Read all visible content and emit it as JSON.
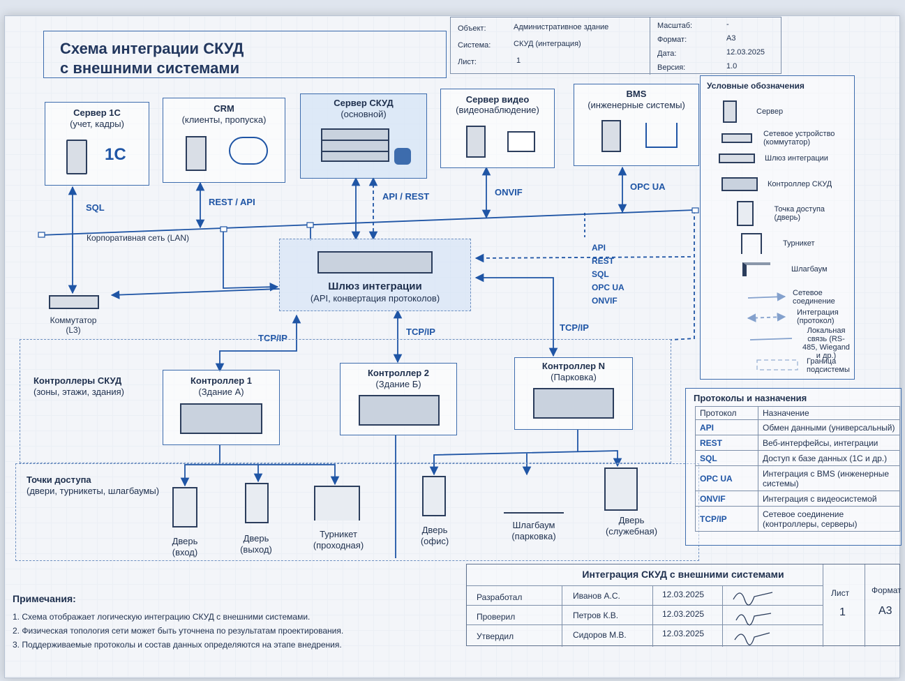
{
  "title": {
    "line1": "Схема интеграции СКУД",
    "line2": "с внешними системами"
  },
  "header_stamp": {
    "object_label": "Объект:",
    "object_value": "Административное здание",
    "system_label": "Система:",
    "system_value": "СКУД (интеграция)",
    "sheet_label": "Лист:",
    "sheet_value": "1",
    "scale_label": "Масштаб:",
    "scale_value": "-",
    "format_label": "Формат:",
    "format_value": "А3",
    "date_label": "Дата:",
    "date_value": "12.03.2025",
    "version_label": "Версия:",
    "version_value": "1.0"
  },
  "systems": {
    "s1c": {
      "name": "Сервер 1С",
      "sub": "(учет, кадры)",
      "logo": "1С"
    },
    "crm": {
      "name": "CRM",
      "sub": "(клиенты, пропуска)"
    },
    "skud": {
      "name": "Сервер СКУД",
      "sub": "(основной)"
    },
    "video": {
      "name": "Сервер видео",
      "sub": "(видеонаблюдение)"
    },
    "bms": {
      "name": "BMS",
      "sub": "(инженерные системы)"
    }
  },
  "links": {
    "sql": "SQL",
    "rest_api": "REST / API",
    "api_rest": "API / REST",
    "onvif": "ONVIF",
    "opc_ua": "OPC UA",
    "tcpip": "TCP/IP"
  },
  "lan_label": "Корпоративная сеть (LAN)",
  "switch": {
    "name": "Коммутатор",
    "sub": "(L3)"
  },
  "gateway": {
    "name": "Шлюз интеграции",
    "sub": "(API, конвертация протоколов)"
  },
  "gateway_protocols": [
    "API",
    "REST",
    "SQL",
    "OPC UA",
    "ONVIF"
  ],
  "controllers_group": {
    "name": "Контроллеры СКУД",
    "sub": "(зоны, этажи, здания)"
  },
  "controllers": [
    {
      "name": "Контроллер 1",
      "sub": "(Здание А)"
    },
    {
      "name": "Контроллер 2",
      "sub": "(Здание Б)"
    },
    {
      "name": "Контроллер N",
      "sub": "(Парковка)"
    }
  ],
  "access_group": {
    "name": "Точки доступа",
    "sub": "(двери, турникеты, шлагбаумы)"
  },
  "access_points": [
    {
      "name": "Дверь",
      "sub": "(вход)"
    },
    {
      "name": "Дверь",
      "sub": "(выход)"
    },
    {
      "name": "Турникет",
      "sub": "(проходная)"
    },
    {
      "name": "Дверь",
      "sub": "(офис)"
    },
    {
      "name": "Шлагбаум",
      "sub": "(парковка)"
    },
    {
      "name": "Дверь",
      "sub": "(служебная)"
    }
  ],
  "legend": {
    "title": "Условные обозначения",
    "items": [
      {
        "label": "Сервер",
        "icon": "server-icon"
      },
      {
        "label": "Сетевое устройство (коммутатор)",
        "icon": "switch-icon"
      },
      {
        "label": "Шлюз интеграции",
        "icon": "gateway-icon"
      },
      {
        "label": "Контроллер СКУД",
        "icon": "controller-icon"
      },
      {
        "label": "Точка доступа (дверь)",
        "icon": "door-icon"
      },
      {
        "label": "Турникет",
        "icon": "turnstile-icon"
      },
      {
        "label": "Шлагбаум",
        "icon": "barrier-icon"
      },
      {
        "label": "Сетевое соединение",
        "icon": "arrow-solid-icon"
      },
      {
        "label": "Интеграция (протокол)",
        "icon": "arrow-dashed-icon"
      },
      {
        "label": "Локальная связь (RS-485, Wiegand и др.)",
        "icon": "line-icon"
      },
      {
        "label": "Граница подсистемы",
        "icon": "dashed-box-icon"
      }
    ]
  },
  "protocols": {
    "title": "Протоколы и назначения",
    "col1": "Протокол",
    "col2": "Назначение",
    "rows": [
      {
        "p": "API",
        "d": "Обмен данными (универсальный)"
      },
      {
        "p": "REST",
        "d": "Веб-интерфейсы, интеграции"
      },
      {
        "p": "SQL",
        "d": "Доступ к базе данных (1С и др.)"
      },
      {
        "p": "OPC UA",
        "d": "Интеграция с BMS (инженерные системы)"
      },
      {
        "p": "ONVIF",
        "d": "Интеграция с видеосистемой"
      },
      {
        "p": "TCP/IP",
        "d": "Сетевое соединение (контроллеры, серверы)"
      }
    ]
  },
  "notes": {
    "title": "Примечания:",
    "items": [
      "1. Схема отображает логическую интеграцию СКУД с внешними системами.",
      "2. Физическая топология сети может быть уточнена по результатам проектирования.",
      "3. Поддерживаемые протоколы и состав данных определяются на этапе внедрения."
    ]
  },
  "footer_stamp": {
    "title": "Интеграция СКУД с внешними системами",
    "rows": [
      {
        "role": "Разработал",
        "name": "Иванов А.С.",
        "date": "12.03.2025"
      },
      {
        "role": "Проверил",
        "name": "Петров К.В.",
        "date": "12.03.2025"
      },
      {
        "role": "Утвердил",
        "name": "Сидоров М.В.",
        "date": "12.03.2025"
      }
    ],
    "sheet_label": "Лист",
    "sheet_value": "1",
    "format_label": "Формат",
    "format_value": "А3"
  }
}
